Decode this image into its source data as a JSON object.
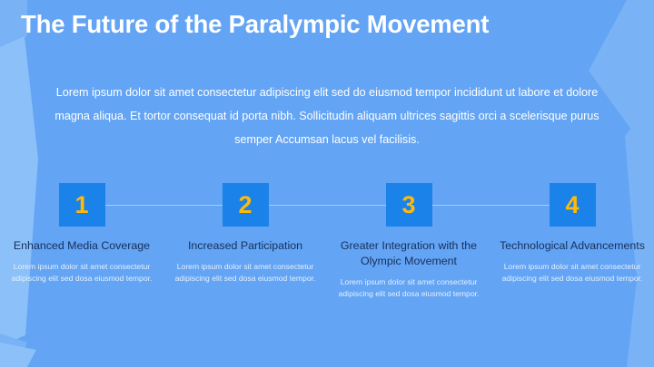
{
  "slide": {
    "title": "The Future of the Paralympic Movement",
    "intro": "Lorem ipsum dolor sit amet consectetur adipiscing elit sed do eiusmod tempor incididunt ut labore et dolore magna aliqua. Et tortor consequat id porta nibh. Sollicitudin aliquam ultrices sagittis orci a scelerisque purus semper Accumsan lacus vel facilisis.",
    "colors": {
      "background": "#63a4f4",
      "shape_light": "#8cc0f8",
      "shape_lighter": "#79b3f6",
      "badge": "#1a82e8",
      "badge_number": "#ffb908",
      "title_text": "#ffffff",
      "step_title_text": "#16305c",
      "step_desc_text": "#e4f0fd",
      "connector": "#a5cdf9"
    },
    "steps": [
      {
        "number": "1",
        "title": "Enhanced Media Coverage",
        "description": "Lorem ipsum dolor sit amet consectetur adipiscing elit sed dosa eiusmod tempor."
      },
      {
        "number": "2",
        "title": "Increased Participation",
        "description": "Lorem ipsum dolor sit amet consectetur adipiscing elit sed dosa eiusmod tempor."
      },
      {
        "number": "3",
        "title": "Greater Integration with the Olympic Movement",
        "description": "Lorem ipsum dolor sit amet consectetur adipiscing elit sed dosa eiusmod tempor."
      },
      {
        "number": "4",
        "title": "Technological Advancements",
        "description": "Lorem ipsum dolor sit amet consectetur adipiscing elit sed dosa eiusmod tempor."
      }
    ]
  }
}
